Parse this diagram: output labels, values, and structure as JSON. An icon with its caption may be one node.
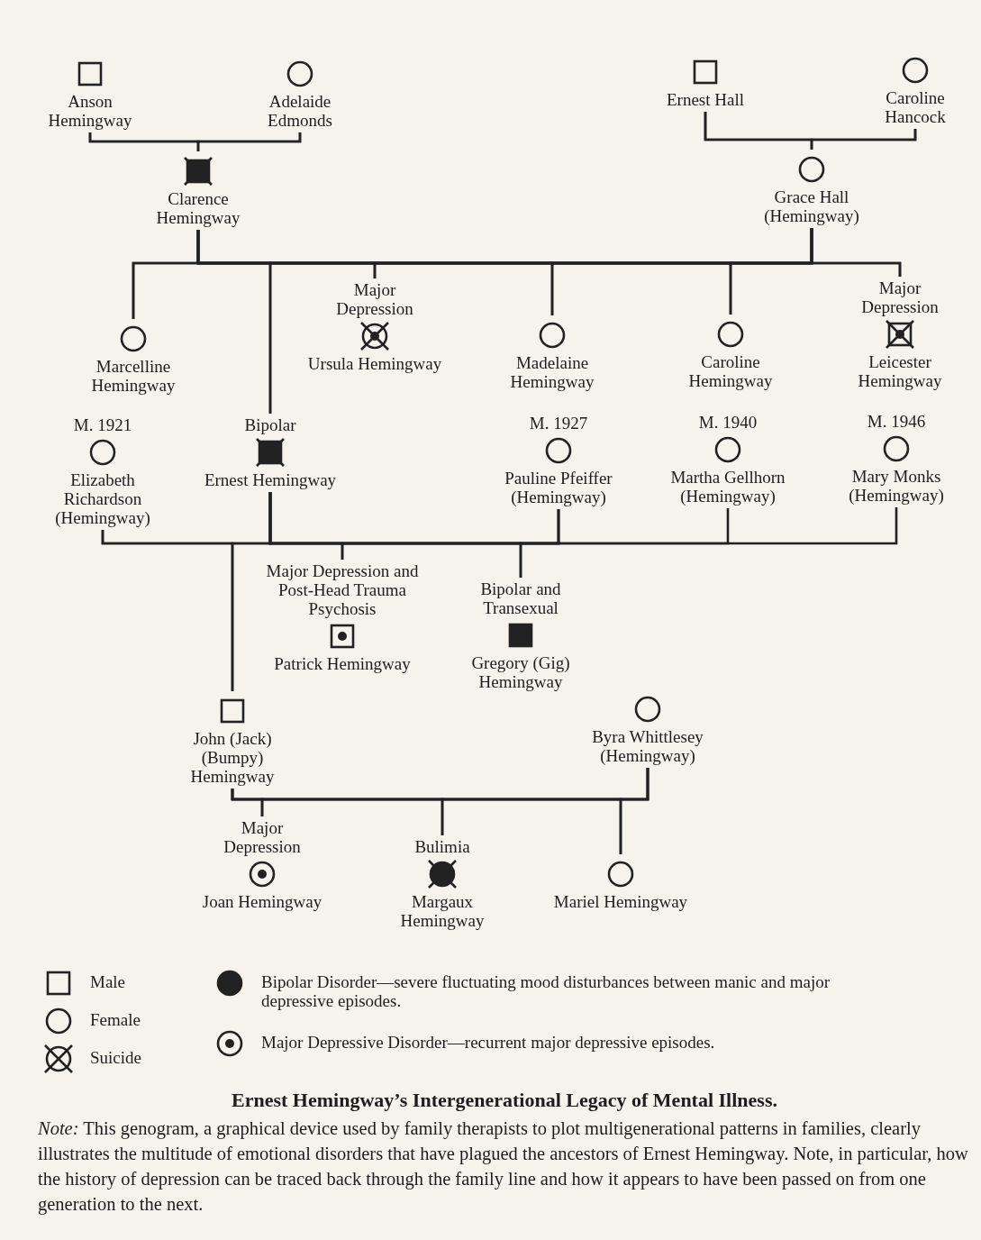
{
  "diagram": {
    "title": "Ernest Hemingway’s Intergenerational Legacy of Mental Illness.",
    "caption": "*Note:* This genogram, a graphical device used by family therapists to plot multigenerational patterns in families, clearly illustrates the multitude of emotional disorders that have plagued the ancestors of Ernest Hemingway. Note, in particular, how the history of depression can be traced back through the family line and how it appears to have been passed on from one generation to the next.",
    "nodes": [
      {
        "text": [
          "Anson Hemingway"
        ]
      },
      {
        "text": [
          "Adelaide Edmonds"
        ]
      },
      {
        "text": [
          "Ernest Hall"
        ]
      },
      {
        "text": [
          "Caroline Hancock"
        ]
      },
      {
        "text": [
          "Clarence Hemingway"
        ]
      },
      {
        "text": [
          "Grace Hall (Hemingway)"
        ]
      },
      {
        "text": [
          "Marcelline Hemingway"
        ]
      },
      {
        "text": [
          "Ursula Hemingway"
        ],
        "beside": [
          "Major Depression"
        ]
      },
      {
        "text": [
          "Madelaine Hemingway"
        ]
      },
      {
        "text": [
          "Caroline Hemingway"
        ]
      },
      {
        "text": [
          "Leicester Hemingway"
        ],
        "beside": [
          "Major Depression"
        ]
      },
      {
        "text": [
          "Elizabeth Richardson (Hemingway)"
        ],
        "beside": [
          "M. 1921"
        ]
      },
      {
        "text": [
          "Ernest Hemingway"
        ],
        "beside": [
          "Bipolar"
        ]
      },
      {
        "text": [
          "Pauline Pfeiffer (Hemingway)"
        ],
        "beside": [
          "M. 1927"
        ]
      },
      {
        "text": [
          "Martha Gellhorn (Hemingway)"
        ],
        "beside": [
          "M. 1940"
        ]
      },
      {
        "text": [
          "Mary Monks (Hemingway)"
        ],
        "beside": [
          "M. 1946"
        ]
      },
      {
        "text": [
          "Patrick Hemingway"
        ],
        "beside": [
          "Major Depression and Post-Head Trauma Psychosis"
        ]
      },
      {
        "text": [
          "Gregory (Gig) Hemingway"
        ],
        "beside": [
          "Bipolar and Transexual"
        ]
      },
      {
        "text": [
          "John (Jack) (Bumpy) Hemingway"
        ]
      },
      {
        "text": [
          "Byra Whittlesey (Hemingway)"
        ]
      },
      {
        "text": [
          "Joan Hemingway"
        ],
        "beside": [
          "Major Depression"
        ]
      },
      {
        "text": [
          "Margaux Hemingway"
        ],
        "beside": [
          "Bulimia"
        ]
      },
      {
        "text": [
          "Mariel Hemingway"
        ]
      }
    ],
    "edges": [
      {
        "from": 0,
        "to": 1,
        "arrow": "none"
      },
      {
        "from": 0,
        "to": 4,
        "arrow": "none"
      },
      {
        "from": 1,
        "to": 4,
        "arrow": "none"
      },
      {
        "from": 2,
        "to": 3,
        "arrow": "none"
      },
      {
        "from": 2,
        "to": 5,
        "arrow": "none"
      },
      {
        "from": 3,
        "to": 5,
        "arrow": "none"
      },
      {
        "from": 4,
        "to": 5,
        "arrow": "none"
      },
      {
        "from": 4,
        "to": 6,
        "arrow": "none"
      },
      {
        "from": 5,
        "to": 6,
        "arrow": "none"
      },
      {
        "from": 4,
        "to": 12,
        "arrow": "none"
      },
      {
        "from": 5,
        "to": 12,
        "arrow": "none"
      },
      {
        "from": 4,
        "to": 7,
        "arrow": "none"
      },
      {
        "from": 5,
        "to": 7,
        "arrow": "none"
      },
      {
        "from": 4,
        "to": 8,
        "arrow": "none"
      },
      {
        "from": 5,
        "to": 8,
        "arrow": "none"
      },
      {
        "from": 4,
        "to": 9,
        "arrow": "none"
      },
      {
        "from": 5,
        "to": 9,
        "arrow": "none"
      },
      {
        "from": 4,
        "to": 10,
        "arrow": "none"
      },
      {
        "from": 5,
        "to": 10,
        "arrow": "none"
      },
      {
        "from": 12,
        "to": 11,
        "arrow": "none"
      },
      {
        "from": 12,
        "to": 13,
        "arrow": "none"
      },
      {
        "from": 12,
        "to": 14,
        "arrow": "none"
      },
      {
        "from": 12,
        "to": 15,
        "arrow": "none"
      },
      {
        "from": 11,
        "to": 18,
        "arrow": "none"
      },
      {
        "from": 12,
        "to": 18,
        "arrow": "none"
      },
      {
        "from": 12,
        "to": 16,
        "arrow": "none"
      },
      {
        "from": 13,
        "to": 16,
        "arrow": "none"
      },
      {
        "from": 12,
        "to": 17,
        "arrow": "none"
      },
      {
        "from": 13,
        "to": 17,
        "arrow": "none"
      },
      {
        "from": 18,
        "to": 19,
        "arrow": "none"
      },
      {
        "from": 18,
        "to": 20,
        "arrow": "none"
      },
      {
        "from": 19,
        "to": 20,
        "arrow": "none"
      },
      {
        "from": 18,
        "to": 21,
        "arrow": "none"
      },
      {
        "from": 19,
        "to": 21,
        "arrow": "none"
      },
      {
        "from": 18,
        "to": 22,
        "arrow": "none"
      },
      {
        "from": 19,
        "to": 22,
        "arrow": "none"
      }
    ],
    "legend": [
      {
        "text": "Male"
      },
      {
        "text": "Female"
      },
      {
        "text": "Suicide"
      },
      {
        "text": "Bipolar Disorder—severe fluctuating mood disturbances between manic and major depressive episodes."
      },
      {
        "text": "Major Depressive Disorder—recurrent major depressive episodes."
      }
    ]
  }
}
